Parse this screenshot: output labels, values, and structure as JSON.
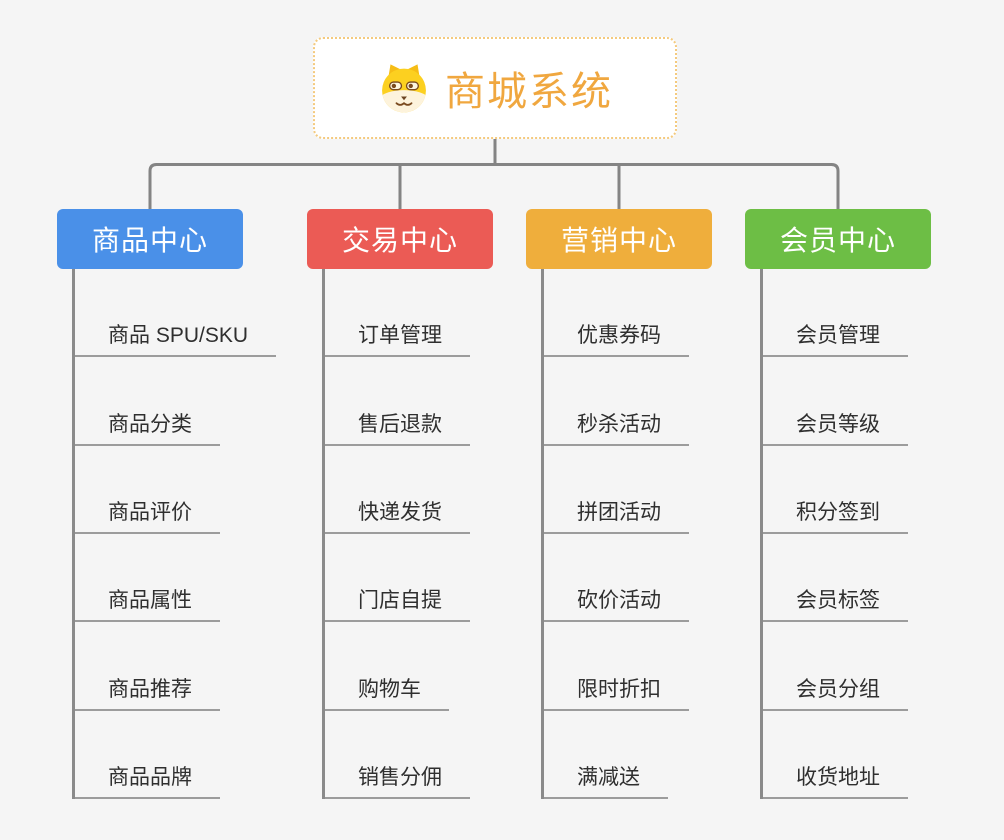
{
  "root": {
    "title": "商城系统",
    "icon": "doge-icon"
  },
  "branches": [
    {
      "label": "商品中心",
      "color": "#4a90e8",
      "children": [
        "商品 SPU/SKU",
        "商品分类",
        "商品评价",
        "商品属性",
        "商品推荐",
        "商品品牌"
      ]
    },
    {
      "label": "交易中心",
      "color": "#eb5b55",
      "children": [
        "订单管理",
        "售后退款",
        "快递发货",
        "门店自提",
        "购物车",
        "销售分佣"
      ]
    },
    {
      "label": "营销中心",
      "color": "#efae3c",
      "children": [
        "优惠券码",
        "秒杀活动",
        "拼团活动",
        "砍价活动",
        "限时折扣",
        "满减送"
      ]
    },
    {
      "label": "会员中心",
      "color": "#6dbe45",
      "children": [
        "会员管理",
        "会员等级",
        "积分签到",
        "会员标签",
        "会员分组",
        "收货地址"
      ]
    }
  ],
  "colors": {
    "background": "#f5f5f5",
    "connector": "#848484",
    "underline": "#9c9c9c",
    "child_text": "#2f2f2f",
    "root_text": "#f0a73f",
    "root_border": "#f4ca7e",
    "branch_text": "#ffffff"
  }
}
